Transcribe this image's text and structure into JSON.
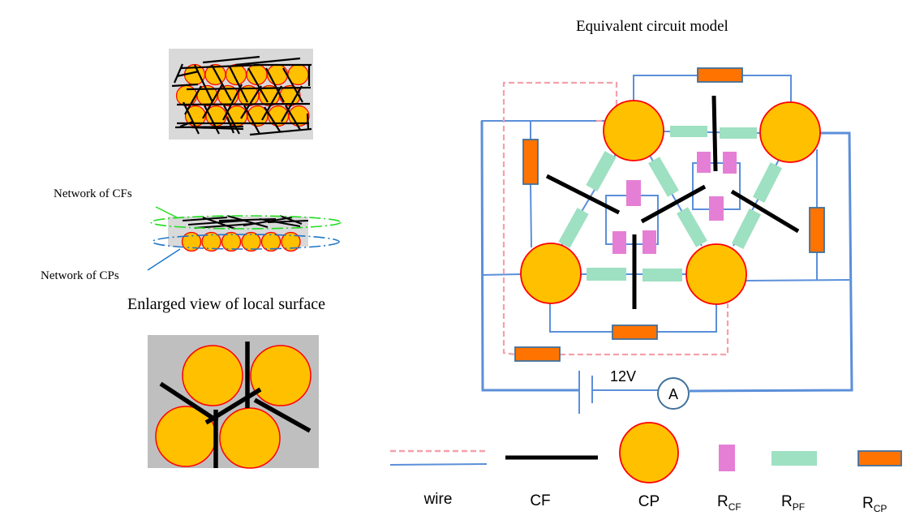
{
  "title": "Equivalent circuit model",
  "left_panel": {
    "label_cf_network": "Network of CFs",
    "label_cp_network": "Network of CPs",
    "enlarged_caption": "Enlarged view of local surface"
  },
  "circuit": {
    "voltage_label": "12V",
    "ammeter_label": "A"
  },
  "legend": {
    "items": [
      {
        "key": "wire",
        "label": "wire"
      },
      {
        "key": "cf",
        "label": "CF"
      },
      {
        "key": "cp",
        "label": "CP"
      },
      {
        "key": "rcf",
        "label": "R",
        "sub": "CF"
      },
      {
        "key": "rpf",
        "label": "R",
        "sub": "PF"
      },
      {
        "key": "rcp",
        "label": "R",
        "sub": "CP"
      }
    ]
  },
  "colors": {
    "particle_fill": "#FFC000",
    "particle_stroke": "#FF0000",
    "fiber": "#000000",
    "wire": "#5B8FD9",
    "wire_dashed": "#F4A0AC",
    "r_cf": "#E57FD6",
    "r_pf": "#9EE0C2",
    "r_cp_fill": "#FF7300",
    "r_cp_stroke": "#41719C",
    "sample_bg": "#D9D9D9",
    "enlarged_bg": "#BFBFBF"
  }
}
